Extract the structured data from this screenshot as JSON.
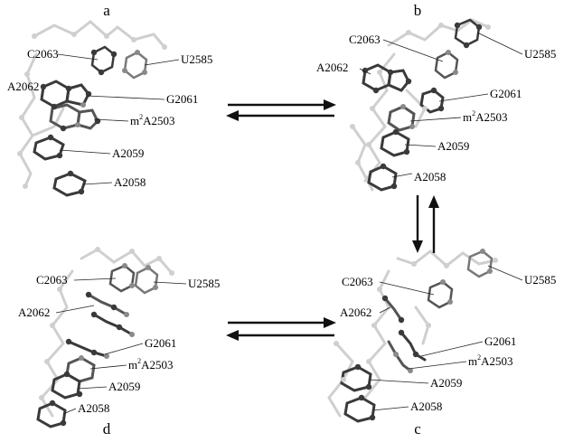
{
  "panels": {
    "a": {
      "letter": "a",
      "labels": {
        "C2063": "C2063",
        "U2585": "U2585",
        "A2062": "A2062",
        "G2061": "G2061",
        "m2A2503_base": "m",
        "m2A2503_sup": "2",
        "m2A2503_rest": "A2503",
        "A2059": "A2059",
        "A2058": "A2058"
      }
    },
    "b": {
      "letter": "b",
      "labels": {
        "C2063": "C2063",
        "U2585": "U2585",
        "A2062": "A2062",
        "G2061": "G2061",
        "m2A2503_base": "m",
        "m2A2503_sup": "2",
        "m2A2503_rest": "A2503",
        "A2059": "A2059",
        "A2058": "A2058"
      }
    },
    "c": {
      "letter": "c",
      "labels": {
        "C2063": "C2063",
        "U2585": "U2585",
        "A2062": "A2062",
        "G2061": "G2061",
        "m2A2503_base": "m",
        "m2A2503_sup": "2",
        "m2A2503_rest": "A2503",
        "A2059": "A2059",
        "A2058": "A2058"
      }
    },
    "d": {
      "letter": "d",
      "labels": {
        "C2063": "C2063",
        "U2585": "U2585",
        "A2062": "A2062",
        "G2061": "G2061",
        "m2A2503_base": "m",
        "m2A2503_sup": "2",
        "m2A2503_rest": "A2503",
        "A2059": "A2059",
        "A2058": "A2058"
      }
    }
  },
  "colors": {
    "dark_atom": "#3a3a3a",
    "mid_atom": "#7a7a7a",
    "light_atom": "#c8c8c8",
    "arrow": "#111111"
  }
}
